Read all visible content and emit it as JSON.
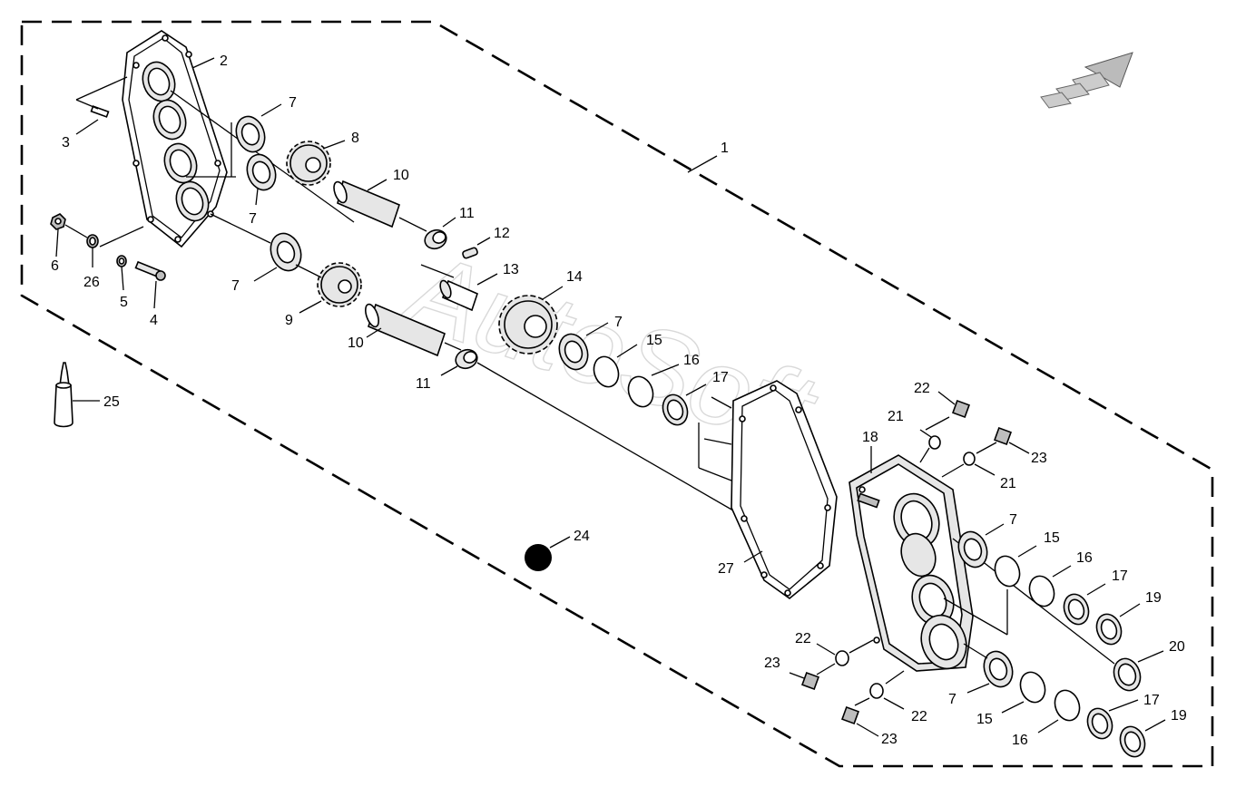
{
  "watermark": "AutoSoft",
  "callouts": [
    "1",
    "2",
    "3",
    "4",
    "5",
    "6",
    "7",
    "8",
    "9",
    "10",
    "11",
    "12",
    "13",
    "14",
    "15",
    "16",
    "17",
    "18",
    "19",
    "20",
    "21",
    "22",
    "23",
    "24",
    "25",
    "26",
    "27"
  ],
  "labels": {
    "l1": "1",
    "l2": "2",
    "l3": "3",
    "l4": "4",
    "l5": "5",
    "l6": "6",
    "l7a": "7",
    "l7b": "7",
    "l7c": "7",
    "l7d": "7",
    "l7e": "7",
    "l7f": "7",
    "l8": "8",
    "l9": "9",
    "l10a": "10",
    "l10b": "10",
    "l11a": "11",
    "l11b": "11",
    "l12": "12",
    "l13": "13",
    "l14": "14",
    "l15a": "15",
    "l15b": "15",
    "l15c": "15",
    "l16a": "16",
    "l16b": "16",
    "l16c": "16",
    "l17a": "17",
    "l17b": "17",
    "l17c": "17",
    "l18": "18",
    "l19a": "19",
    "l19b": "19",
    "l20": "20",
    "l21a": "21",
    "l21b": "21",
    "l22a": "22",
    "l22b": "22",
    "l22c": "22",
    "l23a": "23",
    "l23b": "23",
    "l23c": "23",
    "l24": "24",
    "l25": "25",
    "l26": "26",
    "l27": "27"
  },
  "icons": [
    "direction-arrow-icon",
    "sealant-tube-icon"
  ]
}
